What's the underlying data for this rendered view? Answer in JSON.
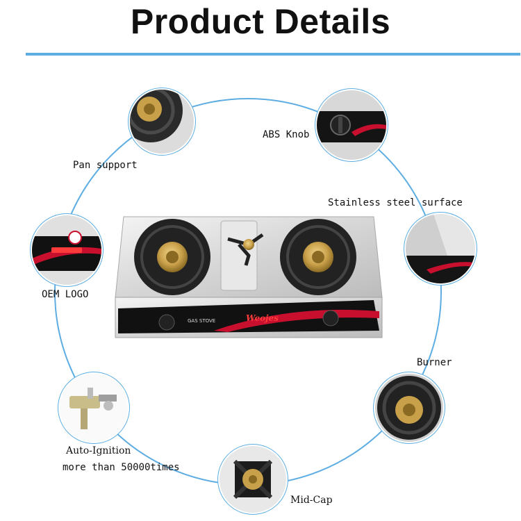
{
  "header": {
    "title": "Product Details"
  },
  "colors": {
    "accent": "#5dade2",
    "brand_red": "#c8102e",
    "brass": "#c9a04a"
  },
  "stove": {
    "model_text": "GAS STOVE",
    "brand_text": "Weojes"
  },
  "features": [
    {
      "label": "Pan support",
      "icon": "pan-support-icon"
    },
    {
      "label": "ABS Knob",
      "icon": "knob-icon"
    },
    {
      "label": "Stainless steel surface",
      "icon": "steel-surface-icon"
    },
    {
      "label": "OEM LOGO",
      "icon": "logo-icon"
    },
    {
      "label": "Burner",
      "icon": "burner-icon"
    },
    {
      "label_line1": "Auto-Ignition",
      "label_line2": "more than 50000times",
      "icon": "ignition-icon"
    },
    {
      "label": "Mid-Cap",
      "icon": "mid-cap-icon"
    }
  ]
}
